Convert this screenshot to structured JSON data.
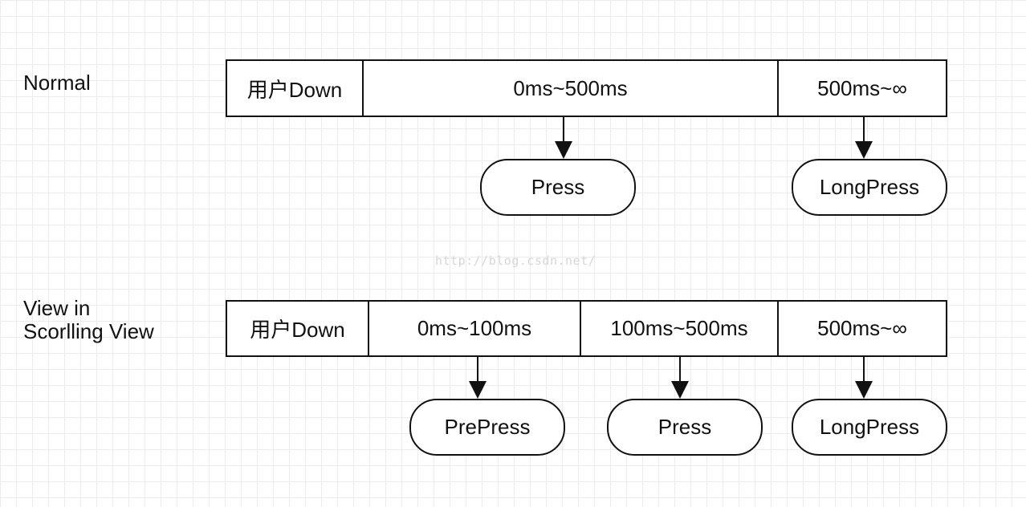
{
  "rows": {
    "normal": {
      "label": [
        "Normal"
      ],
      "segments": [
        "用户Down",
        "0ms~500ms",
        "500ms~∞"
      ],
      "events": [
        "Press",
        "LongPress"
      ]
    },
    "scrolling": {
      "label": [
        "View in",
        "Scorlling View"
      ],
      "segments": [
        "用户Down",
        "0ms~100ms",
        "100ms~500ms",
        "500ms~∞"
      ],
      "events": [
        "PrePress",
        "Press",
        "LongPress"
      ]
    }
  },
  "watermark": "http://blog.csdn.net/"
}
